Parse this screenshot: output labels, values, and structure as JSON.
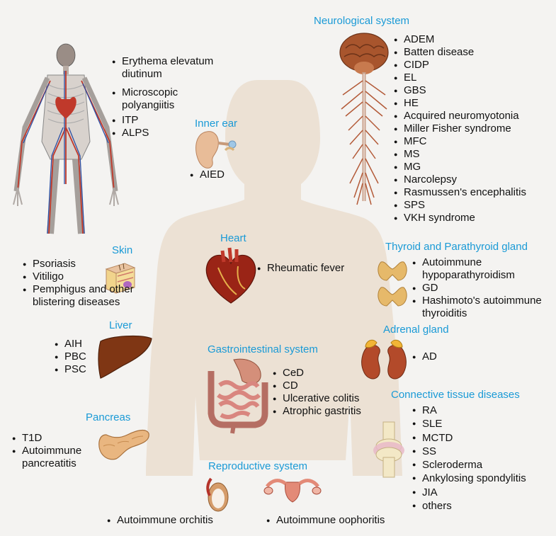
{
  "circulatory": {
    "items": [
      "Erythema elevatum diutinum",
      "Microscopic polyangiitis",
      "ITP",
      "ALPS"
    ]
  },
  "inner_ear": {
    "title": "Inner ear",
    "items": [
      "AIED"
    ]
  },
  "neuro": {
    "title": "Neurological system",
    "items": [
      "ADEM",
      "Batten disease",
      "CIDP",
      "EL",
      "GBS",
      "HE",
      "Acquired neuromyotonia",
      "Miller Fisher syndrome",
      "MFC",
      "MS",
      "MG",
      "Narcolepsy",
      "Rasmussen's encephalitis",
      "SPS",
      "VKH syndrome"
    ]
  },
  "skin": {
    "title": "Skin",
    "items": [
      "Psoriasis",
      "Vitiligo",
      "Pemphigus and other blistering diseases"
    ]
  },
  "heart": {
    "title": "Heart",
    "items": [
      "Rheumatic fever"
    ]
  },
  "thyroid": {
    "title": "Thyroid and Parathyroid gland",
    "items": [
      "Autoimmune hypoparathyroidism",
      "GD",
      "Hashimoto's autoimmune thyroiditis"
    ]
  },
  "liver": {
    "title": "Liver",
    "items": [
      "AIH",
      "PBC",
      "PSC"
    ]
  },
  "adrenal": {
    "title": "Adrenal gland",
    "items": [
      "AD"
    ]
  },
  "gi": {
    "title": "Gastrointestinal system",
    "items": [
      "CeD",
      "CD",
      "Ulcerative colitis",
      "Atrophic gastritis"
    ]
  },
  "connective": {
    "title": "Connective tissue diseases",
    "items": [
      "RA",
      "SLE",
      "MCTD",
      "SS",
      "Scleroderma",
      "Ankylosing spondylitis",
      "JIA",
      "others"
    ]
  },
  "pancreas": {
    "title": "Pancreas",
    "items": [
      "T1D",
      "Autoimmune pancreatitis"
    ]
  },
  "reproductive": {
    "title": "Reproductive system",
    "items": [
      "Autoimmune orchitis",
      "Autoimmune oophoritis"
    ]
  },
  "colors": {
    "title": "#1a9ad6",
    "body_silhouette": "#ece1d4",
    "background": "#f4f3f1"
  },
  "icons": [
    "circulatory-system-icon",
    "ear-icon",
    "brain-spinal-cord-icon",
    "skin-layers-icon",
    "heart-icon",
    "thyroid-icon",
    "liver-icon",
    "kidney-adrenal-icon",
    "intestine-icon",
    "joint-icon",
    "pancreas-icon",
    "testis-icon",
    "ovary-uterus-icon"
  ]
}
